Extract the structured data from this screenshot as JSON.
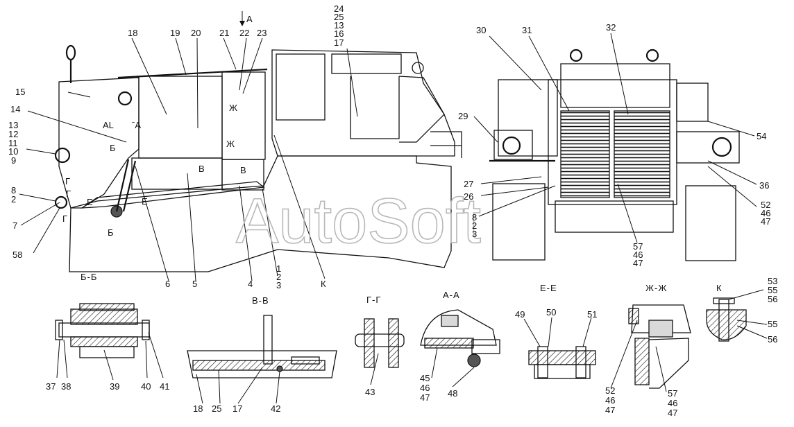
{
  "watermark": "AutoSoft",
  "main_view": {
    "callouts_top": [
      "18",
      "19",
      "20",
      "21",
      "22",
      "23",
      "24",
      "25",
      "13",
      "16",
      "17",
      "30",
      "31",
      "32"
    ],
    "callouts_left": [
      "15",
      "14",
      "13",
      "12",
      "11",
      "10",
      "9",
      "8",
      "2",
      "7",
      "58"
    ],
    "callouts_bottom": [
      "6",
      "5",
      "4",
      "1",
      "2",
      "3",
      "К"
    ],
    "callouts_right": [
      "29",
      "27",
      "26",
      "8",
      "2",
      "3",
      "54",
      "36",
      "52",
      "46",
      "47",
      "57",
      "46",
      "47"
    ],
    "arrow_label": "А",
    "inner_marks": [
      "АL",
      "ˉА",
      "Б",
      "В",
      "В",
      "Ж",
      "Г",
      "Е",
      "Г",
      "Е",
      "Б",
      "Г",
      "Ж"
    ]
  },
  "sections": [
    {
      "title": "Б-Б",
      "labels": [
        "37",
        "38",
        "39",
        "40",
        "41"
      ]
    },
    {
      "title": "В-В",
      "labels": [
        "18",
        "25",
        "17",
        "42"
      ]
    },
    {
      "title": "Г-Г",
      "labels": [
        "43"
      ]
    },
    {
      "title": "А-А",
      "labels": [
        "45",
        "46",
        "47",
        "48"
      ]
    },
    {
      "title": "Е-Е",
      "labels": [
        "49",
        "50",
        "51"
      ]
    },
    {
      "title": "Ж-Ж",
      "labels": [
        "52",
        "46",
        "47",
        "57",
        "46",
        "47"
      ]
    },
    {
      "title": "К",
      "labels": [
        "53",
        "55",
        "56",
        "55",
        "56"
      ]
    }
  ]
}
